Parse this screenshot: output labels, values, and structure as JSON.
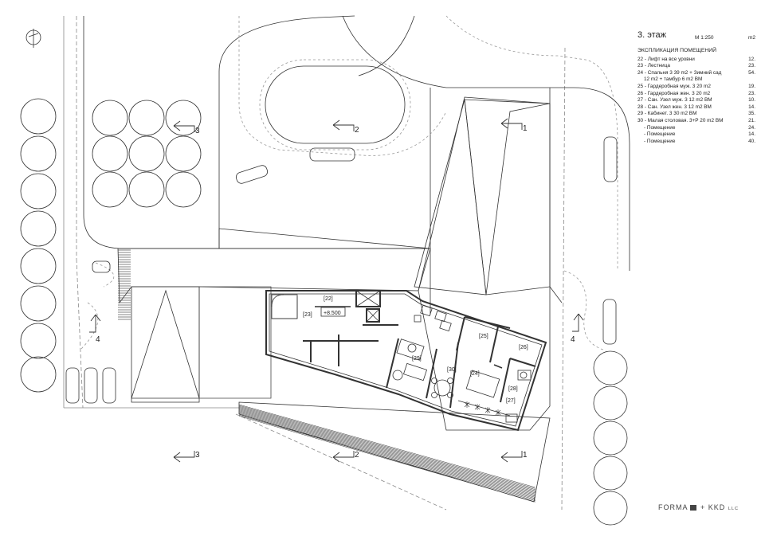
{
  "sheet": {
    "title": "3. этаж",
    "scale": "М 1:250",
    "unit": "m2",
    "explication_heading": "ЭКСПЛИКАЦИЯ ПОМЕЩЕНИЙ",
    "rooms": [
      {
        "label": "22 - Лифт на  все уровни",
        "area": "12."
      },
      {
        "label": "23 - Лестница",
        "area": "23."
      },
      {
        "label": "24 - Спальня 3  39 m2 + Зимний сад",
        "area": "54."
      },
      {
        "label": "12 m2 + тамбур 6 m2  ВМ",
        "area": "",
        "indent": true
      },
      {
        "label": "25 - Гардеробная муж. 3  20 m2",
        "area": "19."
      },
      {
        "label": "26 - Гардеробная жен. 3  20 m2",
        "area": "23."
      },
      {
        "label": "27 - Сан. Узел муж. 3  12 m2 ВМ",
        "area": "10."
      },
      {
        "label": "28 - Сан. Узел жен. 3  12 m2 ВМ",
        "area": "14."
      },
      {
        "label": "29 - Кабинет. 3  30 m2  ВМ",
        "area": "35."
      },
      {
        "label": "30 - Малая столовая. 3+Р  20 m2 ВМ",
        "area": "21."
      },
      {
        "label": "- Помещение",
        "area": "24.",
        "indent": true
      },
      {
        "label": "- Помещение",
        "area": "14.",
        "indent": true
      },
      {
        "label": "- Помещение",
        "area": "40.",
        "indent": true
      }
    ]
  },
  "plan": {
    "level_mark": "+8.500",
    "room_tags": [
      "[22]",
      "[23]",
      "[24]",
      "[25]",
      "[26]",
      "[27]",
      "[28]",
      "[29]",
      "[30]"
    ],
    "section_marks": {
      "one": "1",
      "two": "2",
      "three": "3",
      "four": "4"
    }
  },
  "logo": {
    "left": "FORMA",
    "plus": "+",
    "right": "KKD",
    "suffix": "LLC"
  },
  "colors": {
    "line": "#333333",
    "light": "#888888",
    "paper": "#ffffff"
  },
  "icons": [
    "north-arrow-icon",
    "section-arrow-icon",
    "tree-icon",
    "car-icon"
  ]
}
